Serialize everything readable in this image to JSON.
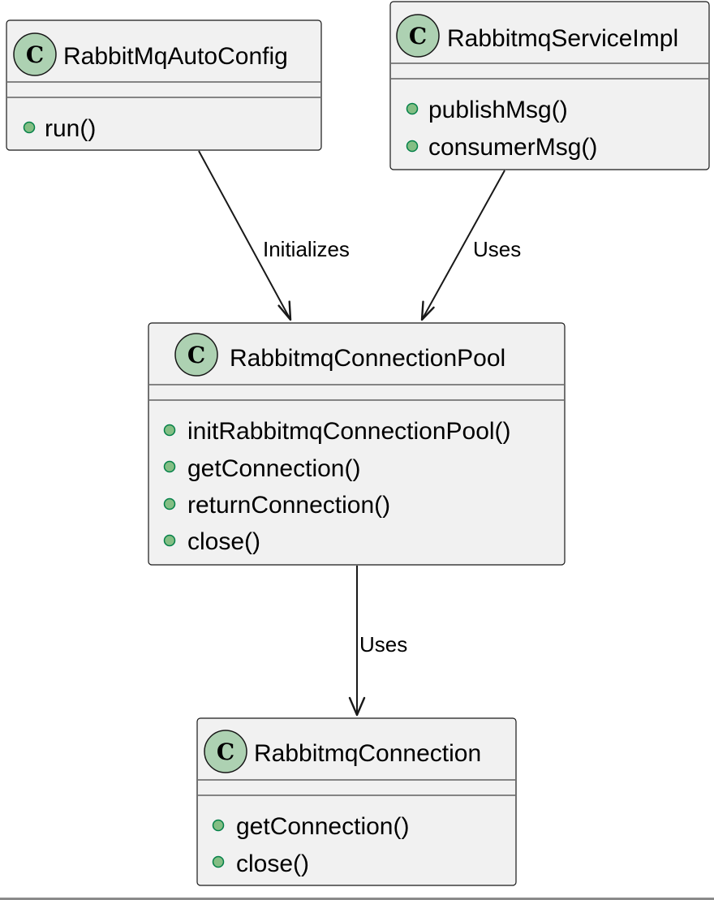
{
  "diagram": {
    "type": "UML class diagram",
    "stereotype_letter": "C",
    "colors": {
      "class_fill": "#F1F1F1",
      "class_border": "#181818",
      "stereotype_fill": "#ADD1B2",
      "method_dot_fill": "#84BE84",
      "method_dot_stroke": "#038048",
      "edge": "#181818"
    },
    "classes": [
      {
        "id": "autoconfig",
        "name": "RabbitMqAutoConfig",
        "methods": [
          "run()"
        ]
      },
      {
        "id": "serviceimpl",
        "name": "RabbitmqServiceImpl",
        "methods": [
          "publishMsg()",
          "consumerMsg()"
        ]
      },
      {
        "id": "pool",
        "name": "RabbitmqConnectionPool",
        "methods": [
          "initRabbitmqConnectionPool()",
          "getConnection()",
          "returnConnection()",
          "close()"
        ]
      },
      {
        "id": "connection",
        "name": "RabbitmqConnection",
        "methods": [
          "getConnection()",
          "close()"
        ]
      }
    ],
    "relations": [
      {
        "from": "autoconfig",
        "to": "pool",
        "label": "Initializes"
      },
      {
        "from": "serviceimpl",
        "to": "pool",
        "label": "Uses"
      },
      {
        "from": "pool",
        "to": "connection",
        "label": "Uses"
      }
    ]
  }
}
